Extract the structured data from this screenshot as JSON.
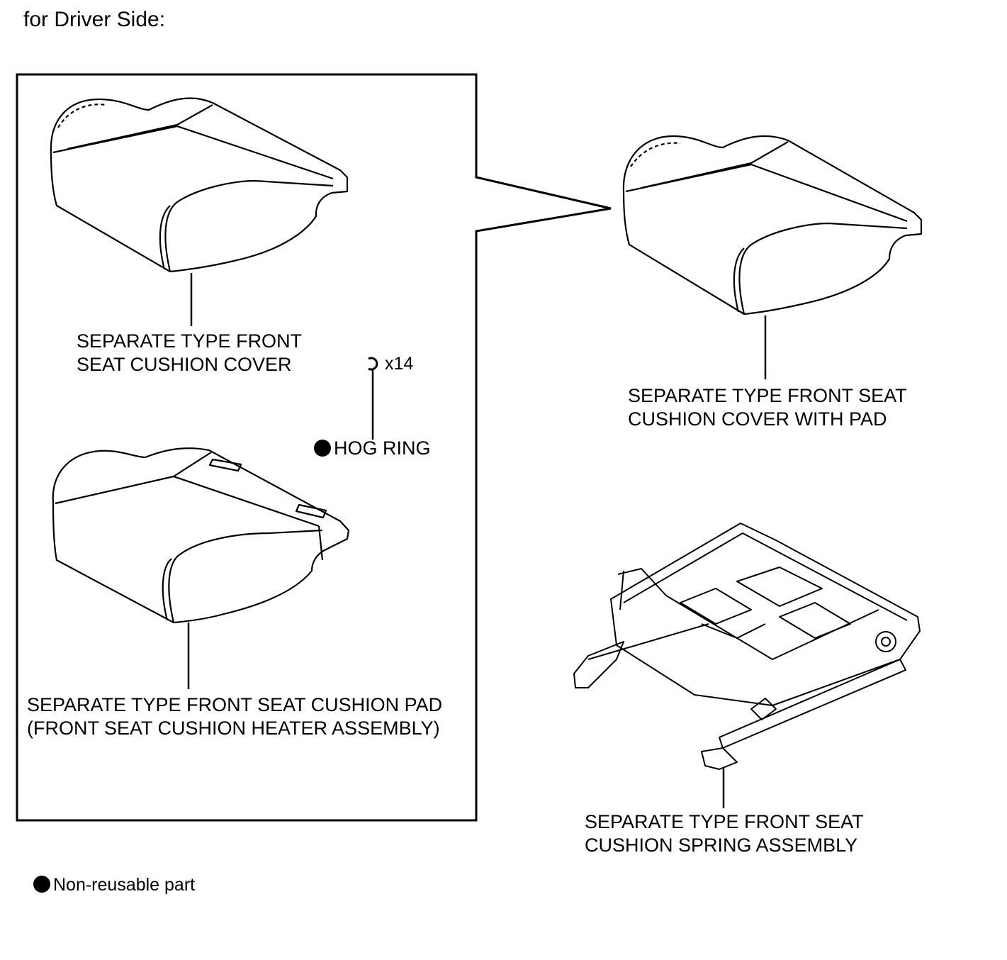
{
  "heading": "for Driver Side:",
  "labels": {
    "cushion_cover": [
      "SEPARATE TYPE FRONT",
      "SEAT CUSHION COVER"
    ],
    "cushion_pad": [
      "SEPARATE TYPE FRONT SEAT CUSHION PAD",
      "(FRONT SEAT CUSHION HEATER ASSEMBLY)"
    ],
    "cover_with_pad": [
      "SEPARATE TYPE FRONT SEAT",
      "CUSHION COVER WITH PAD"
    ],
    "spring_assembly": [
      "SEPARATE TYPE FRONT SEAT",
      "CUSHION SPRING ASSEMBLY"
    ],
    "hog_ring": "HOG RING",
    "hog_ring_qty": "x14"
  },
  "legend": {
    "non_reusable": "Non-reusable part"
  },
  "icons": {
    "hog_ring": "hog-ring-icon",
    "non_reusable": "filled-circle-icon"
  }
}
